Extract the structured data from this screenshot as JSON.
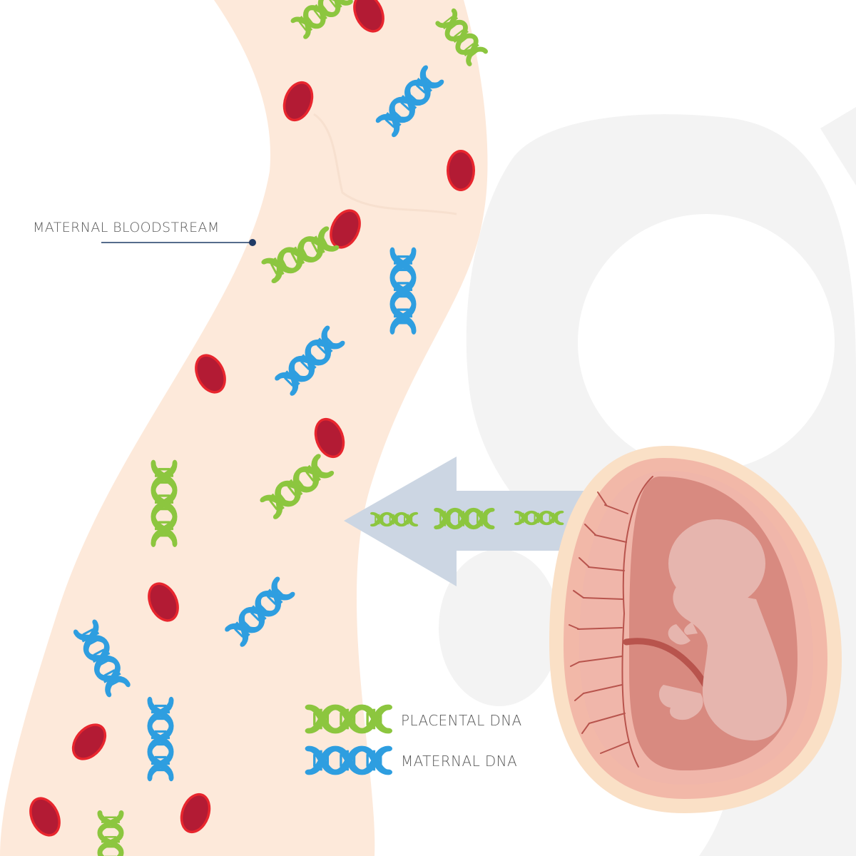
{
  "labels": {
    "maternal_bloodstream": "MATERNAL BLOODSTREAM",
    "placental_dna": "PLACENTAL DNA",
    "maternal_dna": "MATERNAL DNA"
  },
  "colors": {
    "background": "#ffffff",
    "bloodstream": "#fde9da",
    "placental_dna": "#8cc63f",
    "maternal_dna": "#2e9ee0",
    "red_blood_cell": "#b31b34",
    "red_blood_cell_rim": "#e8262e",
    "arrow": "#ccd6e3",
    "watermark": "#f3f3f3",
    "womb": "#d88a80",
    "leader_line": "#1f3b66"
  },
  "icons": [
    "dna-helix-icon",
    "red-blood-cell-icon",
    "fetus-icon",
    "arrow-icon"
  ]
}
